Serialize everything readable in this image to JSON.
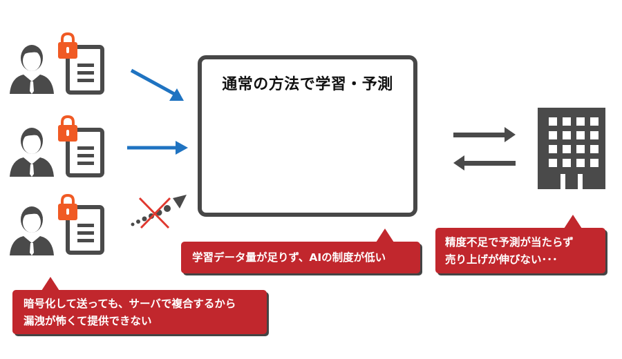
{
  "center_panel": {
    "title": "通常の方法で学習・予測"
  },
  "callouts": {
    "ai_accuracy": {
      "text": "学習データ量が足りず、AIの制度が低い"
    },
    "prediction": {
      "line1": "精度不足で予測が当たらず",
      "line2": "売り上げが伸びない･･･"
    },
    "encryption": {
      "line1": "暗号化して送っても、サーバで複合するから",
      "line2": "漏洩が怖くて提供できない"
    }
  },
  "colors": {
    "panel_border": "#474747",
    "callout_bg": "#c1272d",
    "arrow_blue": "#1f73c1",
    "neuron_input": "#f5a623",
    "neuron_hidden": "#f2555a",
    "neuron_output": "#29a8e0",
    "lock_orange": "#f05a24",
    "person_dark": "#4a4a4a",
    "building": "#4a4a4a",
    "cross": "#e0382f"
  },
  "icons": {
    "users": [
      "person-icon",
      "person-icon",
      "person-icon"
    ],
    "locks": [
      "lock-icon",
      "lock-icon",
      "lock-icon"
    ],
    "docs": [
      "document-icon",
      "document-icon",
      "document-icon"
    ],
    "face": "dizzy-face-icon",
    "building": "building-icon",
    "exchange": "exchange-arrows-icon"
  }
}
